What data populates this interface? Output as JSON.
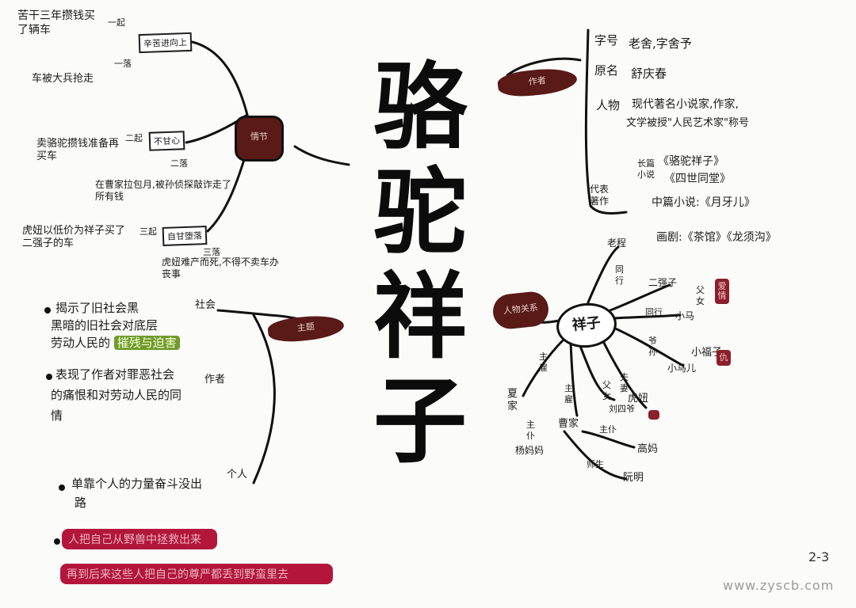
{
  "title": {
    "chars": [
      "骆",
      "驼",
      "祥",
      "子"
    ]
  },
  "branches": {
    "author": {
      "label": "作者",
      "zi_label": "字号",
      "zi_value": "老舍,字舍予",
      "yuanming_label": "原名",
      "yuanming_value": "舒庆春",
      "renwu_label": "人物",
      "renwu_value_1": "现代著名小说家,作家,",
      "renwu_value_2": "文学被授\"人民艺术家\"称号",
      "works_label": "代表著作",
      "novel_label": "长篇小说",
      "novel_1": "《骆驼祥子》",
      "novel_2": "《四世同堂》",
      "mid_novel": "中篇小说:《月牙儿》",
      "drama": "画剧:《茶馆》《龙须沟》"
    },
    "plot": {
      "label": "情节",
      "box1": "辛苦进向上",
      "note1": "苦干三年攒钱买了辆车",
      "qi": "一起",
      "luo": "一落",
      "note2": "车被大兵抢走",
      "box2": "不甘心",
      "note3": "卖骆驼攒钱准备再买车",
      "qi2": "二起",
      "luo2": "二落",
      "note4": "在曹家拉包月,被孙侦探敲诈走了所有钱",
      "box3": "自甘堕落",
      "note5": "虎妞以低价为祥子买了二强子的车",
      "qi3": "三起",
      "luo3": "三落",
      "note6": "虎妞难产而死,不得不卖车办丧事"
    },
    "theme": {
      "label": "主题",
      "item1_line1": "揭示了旧社会黑",
      "item1_line2": "黑暗的旧社会对底层",
      "item1_line3": "劳动人民的",
      "item1_highlight": "摧残与迫害",
      "tag_society": "社会",
      "item2_line1": "表现了作者对罪恶社会",
      "item2_line2": "的痛恨和对劳动人民的同",
      "item2_line3": "情",
      "tag_author": "作者",
      "item3_line1": "单靠个人的力量奋斗没出",
      "item3_line2": "路",
      "tag_person": "个人",
      "red_bar_1": "人把自己从野兽中拯救出来",
      "red_bar_2": "再到后来这些人把自己的尊严都丢到野蛮里去"
    },
    "characters": {
      "label": "人物关系",
      "center": "祥子",
      "laocheng": "老程",
      "tonghang": "同行",
      "erqiangzi": "二强子",
      "father_daughter": "父女",
      "xiaofuzi": "小福子",
      "tongxing": "同行",
      "xiaoma": "小马",
      "grandparents": "爷孙",
      "xiaomaer": "小马儿",
      "fuqi": "夫妻",
      "huniu": "虎妞",
      "fuer": "父女",
      "liusiye": "刘四爷",
      "zhugu1": "主雇",
      "xiajia": "夏家",
      "zhupu1": "主仆",
      "yangmama": "杨妈妈",
      "zhugu2": "主雇",
      "caojia": "曹家",
      "zhupu2": "主仆",
      "gaoma": "高妈",
      "shisheng": "师生",
      "ruanming": "阮明",
      "tag_love": "爱情",
      "tag_hate": "仇"
    }
  },
  "footer": {
    "date": "2-3",
    "watermark": "www.zyscb.com"
  },
  "colors": {
    "ink": "#111111",
    "blob": "#5a1a17",
    "red": "#b3163a",
    "green": "#6f9b2b"
  }
}
